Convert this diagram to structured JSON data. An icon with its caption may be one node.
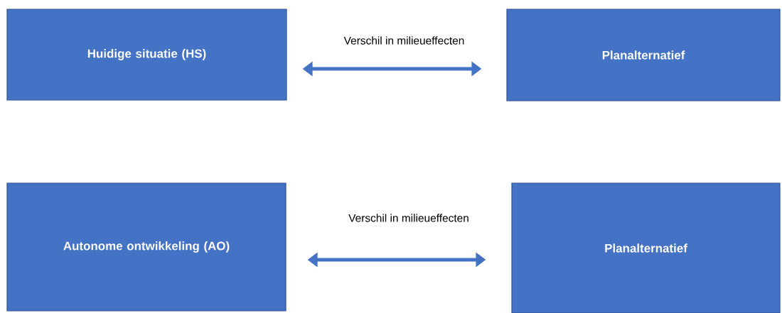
{
  "diagram": {
    "nodes": [
      {
        "text": [
          "Huidige situatie (HS)"
        ]
      },
      {
        "text": [
          "Planalternatief"
        ]
      },
      {
        "text": [
          "Autonome ontwikkeling (AO)"
        ]
      },
      {
        "text": [
          "Planalternatief"
        ]
      }
    ],
    "edges": [
      {
        "from": 0,
        "to": 1,
        "arrow": "both",
        "label": "Verschil in milieueffecten"
      },
      {
        "from": 2,
        "to": 3,
        "arrow": "both",
        "label": "Verschil in milieueffecten"
      }
    ]
  }
}
